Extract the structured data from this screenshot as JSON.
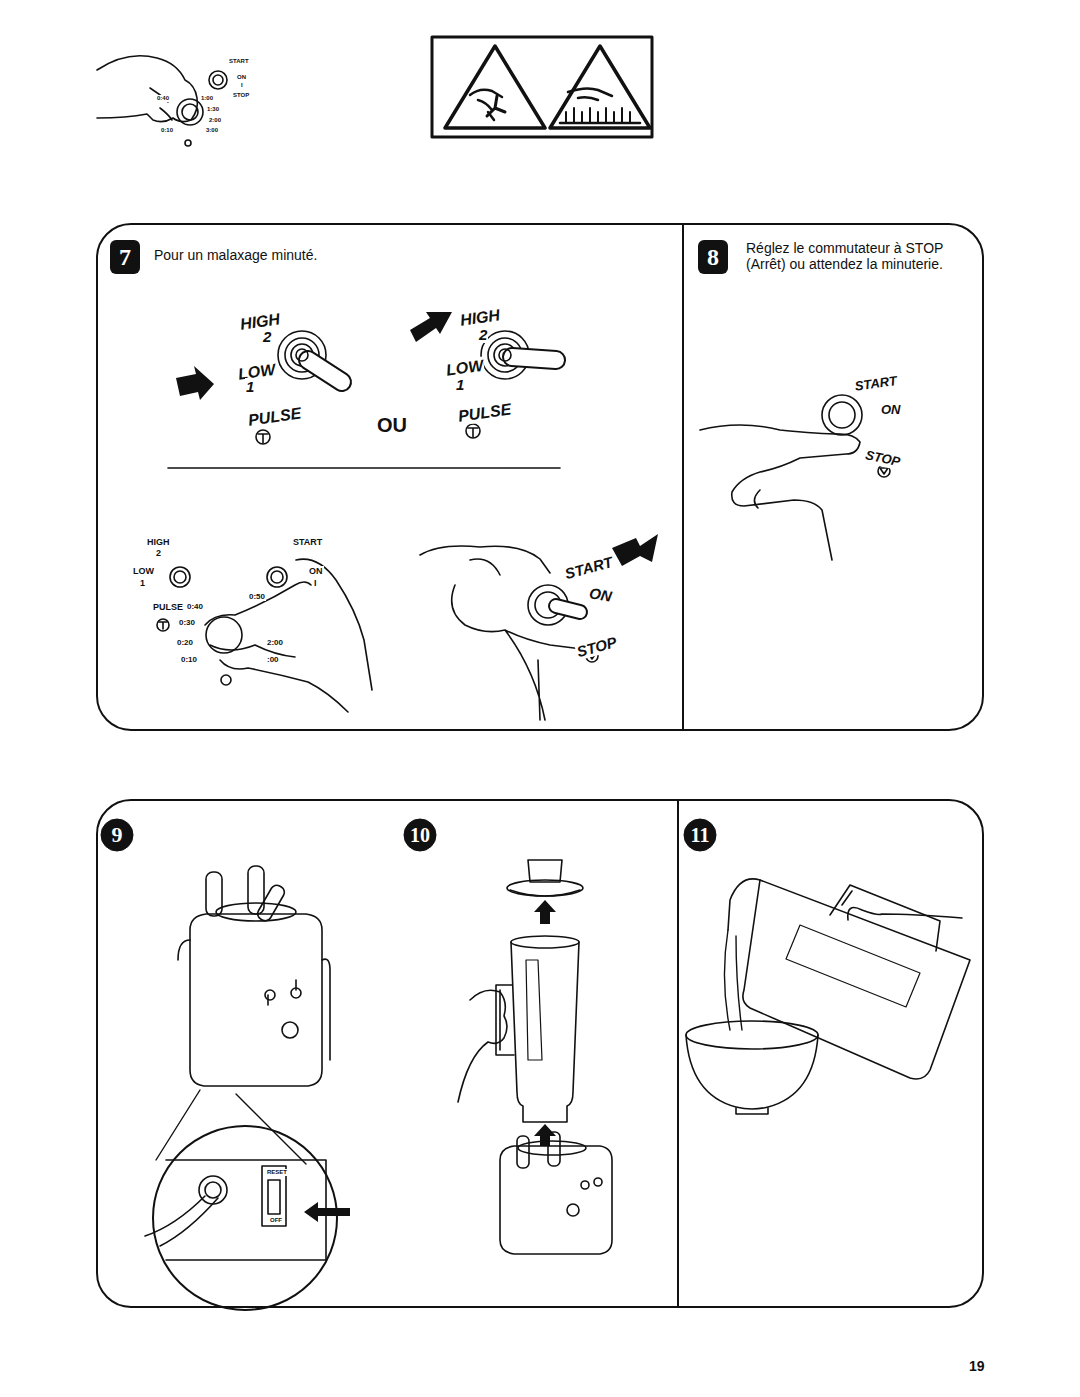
{
  "diagram": {
    "nodes": [
      {
        "text": [
          "7"
        ]
      },
      {
        "text": [
          "8"
        ]
      },
      {
        "text": [
          "9"
        ]
      },
      {
        "text": [
          "10"
        ]
      },
      {
        "text": [
          "11"
        ]
      }
    ],
    "labels": [
      "START",
      "ON",
      "I",
      "STOP",
      "0:40",
      "1:00",
      "1:30",
      "2:00",
      "0:10",
      "3:00",
      "Pour un malaxage minuté.",
      "HIGH",
      "2",
      "LOW",
      "1",
      "PULSE",
      "OU",
      "HIGH",
      "2",
      "LOW",
      "1",
      "PULSE",
      "HIGH",
      "2",
      "LOW",
      "1",
      "PULSE",
      "START",
      "ON",
      "I",
      "0:50",
      "0:40",
      "0:30",
      "0:20",
      "0:10",
      "2:00",
      ":00",
      "START",
      "ON",
      "STOP",
      "Réglez le commutateur à STOP (Arrêt) ou attendez la minuterie.",
      "START",
      "ON",
      "STOP",
      "RESET",
      "OFF",
      "19"
    ]
  }
}
